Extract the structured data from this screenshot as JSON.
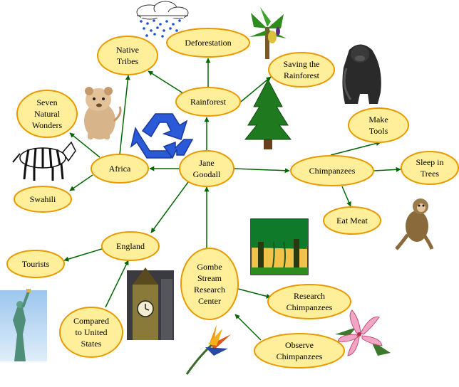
{
  "colors": {
    "node_fill": "#FFEF9A",
    "node_stroke": "#E89A00",
    "arrow": "#006600"
  },
  "nodes": {
    "jane_goodall": [
      "Jane",
      "Goodall"
    ],
    "rainforest": [
      "Rainforest"
    ],
    "deforestation": [
      "Deforestation"
    ],
    "native_tribes": [
      "Native",
      "Tribes"
    ],
    "saving_rainforest": [
      "Saving the",
      "Rainforest"
    ],
    "africa": [
      "Africa"
    ],
    "seven_wonders": [
      "Seven",
      "Natural",
      "Wonders"
    ],
    "swahili": [
      "Swahili"
    ],
    "chimpanzees": [
      "Chimpanzees"
    ],
    "make_tools": [
      "Make",
      "Tools"
    ],
    "sleep_in_trees": [
      "Sleep in",
      "Trees"
    ],
    "eat_meat": [
      "Eat Meat"
    ],
    "england": [
      "England"
    ],
    "tourists": [
      "Tourists"
    ],
    "compared_us": [
      "Compared",
      "to United",
      "States"
    ],
    "gombe": [
      "Gombe",
      "Stream",
      "Research",
      "Center"
    ],
    "research_chimps": [
      "Research",
      "Chimpanzees"
    ],
    "observe_chimps": [
      "Observe",
      "Chimpanzees"
    ]
  },
  "pictures": {
    "rain_cloud": "rain-cloud-icon",
    "banana_tree": "banana-tree-icon",
    "gorilla": "gorilla-icon",
    "lion_cub": "lion-cub-icon",
    "recycle": "recycle-icon",
    "pine_tree": "pine-tree-icon",
    "zebra": "zebra-icon",
    "monkey": "monkey-icon",
    "jungle": "jungle-icon",
    "big_ben": "big-ben-icon",
    "statue_of_liberty": "statue-of-liberty-icon",
    "bird_of_paradise": "bird-of-paradise-flower-icon",
    "lily": "lily-flower-icon"
  }
}
